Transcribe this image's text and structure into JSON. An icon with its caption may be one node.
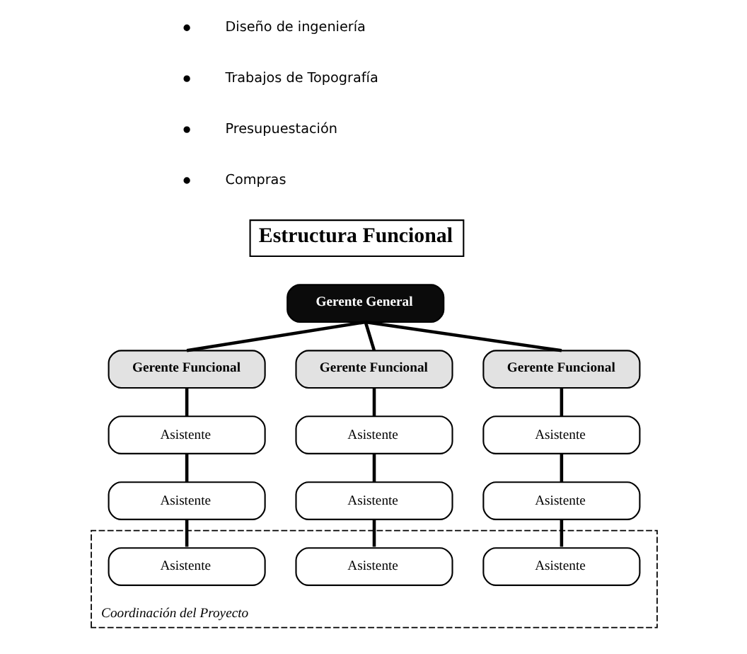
{
  "diagram": {
    "nodes": [
      {
        "text": [
          "Estructura Funcional"
        ]
      },
      {
        "text": [
          "Gerente General"
        ]
      },
      {
        "text": [
          "Gerente Funcional"
        ]
      },
      {
        "text": [
          "Gerente Funcional"
        ]
      },
      {
        "text": [
          "Gerente Funcional"
        ]
      },
      {
        "text": [
          "Asistente"
        ]
      },
      {
        "text": [
          "Asistente"
        ]
      },
      {
        "text": [
          "Asistente"
        ]
      },
      {
        "text": [
          "Asistente"
        ]
      },
      {
        "text": [
          "Asistente"
        ]
      },
      {
        "text": [
          "Asistente"
        ]
      },
      {
        "text": [
          "Coordinación del Proyecto"
        ]
      },
      {
        "text": [
          "Asistente"
        ],
        "in": 11
      },
      {
        "text": [
          "Asistente"
        ],
        "in": 11
      },
      {
        "text": [
          "Asistente"
        ],
        "in": 11
      }
    ],
    "edges": [
      {
        "from": 1,
        "to": 2,
        "arrow": "none"
      },
      {
        "from": 1,
        "to": 3,
        "arrow": "none"
      },
      {
        "from": 1,
        "to": 4,
        "arrow": "none"
      },
      {
        "from": 2,
        "to": 5,
        "arrow": "none"
      },
      {
        "from": 3,
        "to": 6,
        "arrow": "none"
      },
      {
        "from": 4,
        "to": 7,
        "arrow": "none"
      },
      {
        "from": 5,
        "to": 8,
        "arrow": "none"
      },
      {
        "from": 6,
        "to": 9,
        "arrow": "none"
      },
      {
        "from": 7,
        "to": 10,
        "arrow": "none"
      },
      {
        "from": 8,
        "to": 12,
        "arrow": "none"
      },
      {
        "from": 9,
        "to": 13,
        "arrow": "none"
      },
      {
        "from": 10,
        "to": 14,
        "arrow": "none"
      }
    ],
    "labels": [
      "Diseño de ingeniería",
      "Trabajos de Topografía",
      "Presupuestación",
      "Compras"
    ]
  }
}
